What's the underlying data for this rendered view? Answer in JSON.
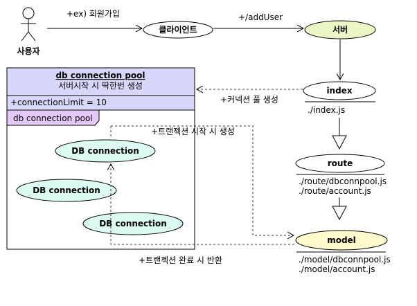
{
  "actor": {
    "label": "사용자"
  },
  "edges": {
    "actor_to_client": "+ex) 회원가입",
    "client_to_server": "+/addUser",
    "index_to_pool": "+커넥션 풀 생성",
    "tx_start": "+트랜젝션 시작 시 생성",
    "tx_end": "+트랜젝션 완료 시 반환"
  },
  "nodes": {
    "client": "클라이언트",
    "server": "서버",
    "index": {
      "label": "index",
      "files": [
        "./index.js"
      ]
    },
    "route": {
      "label": "route",
      "files": [
        "./route/dbconnpool.js",
        "./route/account.js"
      ]
    },
    "model": {
      "label": "model",
      "files": [
        "./model/dbconnpool.js",
        "./model/account.js"
      ]
    }
  },
  "pool_class": {
    "title": "db connection pool",
    "subtitle": "서버시작 시 딱한번 생성",
    "attribute": "+connectionLimit = 10",
    "package_tab": "db connection pool"
  },
  "connections": [
    "DB connection",
    "DB connection",
    "DB connection"
  ],
  "colors": {
    "actor_client_fill": "#ffffff",
    "server_fill": "#eaf8c6",
    "model_fill": "#fff9cc",
    "connection_fill": "#dcfaf0",
    "class_fill": "#d7d7fb",
    "package_tab_fill": "#e3c9f5",
    "line": "#000000",
    "dashed": "#333333"
  }
}
